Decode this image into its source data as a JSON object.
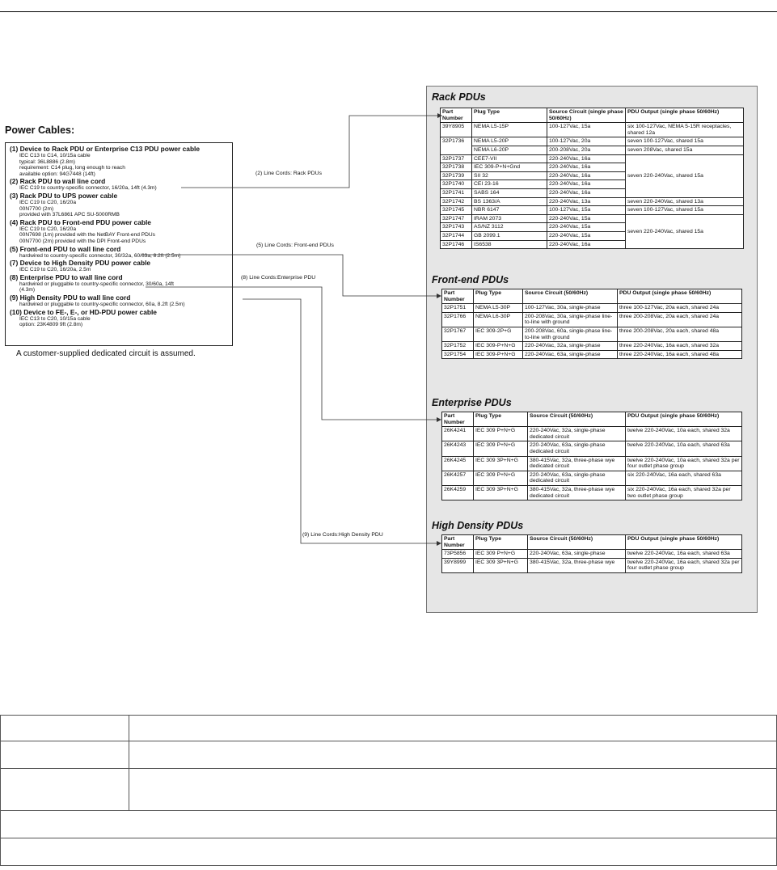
{
  "power_cables": {
    "title": "Power Cables:",
    "items": [
      {
        "heading": "(1) Device to Rack PDU or Enterprise C13 PDU power cable",
        "details": [
          "IEC C13 to C14, 10/15a cable",
          "typical: 36L8886 (2.8m)",
          "requirement: C14 plug, long enough to reach",
          "available option: 94G7448 (14ft)"
        ]
      },
      {
        "heading": "(2) Rack PDU to wall line cord",
        "details": [
          "IEC C19 to country-specific connector, 16/20a, 14ft (4.3m)"
        ]
      },
      {
        "heading": "(3) Rack PDU to UPS power cable",
        "details": [
          "IEC C19 to C20, 16/20a",
          "00N7700 (2m)",
          "provided with 37L6861 APC SU-5000RMB"
        ]
      },
      {
        "heading": "(4) Rack PDU to Front-end PDU power cable",
        "details": [
          "IEC C19 to C20, 16/20a",
          "00N7698 (1m) provided with the NetBAY Front-end PDUs",
          "00N7700 (2m) provided with the DPI Front-end PDUs"
        ]
      },
      {
        "heading": "(5) Front-end PDU to wall line cord",
        "details": [
          "hardwired to country-specific connector, 30/32a, 60/63a, 8.2ft (2.5m)"
        ]
      },
      {
        "heading": "(7) Device to High Density PDU power cable",
        "details": [
          "IEC C19 to C20, 16/20a, 2.5m"
        ]
      },
      {
        "heading": "(8) Enterprise PDU to wall line cord",
        "details": [
          "hardwired or pluggable to country-specific connector, 30/60a, 14ft",
          "(4.3m)"
        ]
      },
      {
        "heading": "(9) High Density PDU to wall line cord",
        "details": [
          "hardwired or pluggable to country-specific connector, 60a, 8.2ft (2.5m)"
        ]
      },
      {
        "heading": "(10) Device to FE-, E-, or HD-PDU power cable",
        "details": [
          "IEC C13 to C20, 10/15a cable",
          "option: 23K4809 9ft (2.8m)"
        ]
      }
    ],
    "assumption": "A customer-supplied dedicated circuit is assumed."
  },
  "connectors": {
    "rack": "(2) Line Cords: Rack PDUs",
    "frontend": "(5) Line Cords: Front-end PDUs",
    "enterprise": "(8) Line Cords:Enterprise PDU",
    "highdensity": "(9) Line Cords:High Density PDU"
  },
  "rack_pdus": {
    "title": "Rack PDUs",
    "headers": [
      "Part Number",
      "Plug Type",
      "Source Circuit (single phase 50/60Hz)",
      "PDU Output (single phase 50/60Hz)"
    ],
    "rows": [
      [
        "39Y8905",
        "NEMA L5-15P",
        "100-127Vac, 15a"
      ],
      [
        "32P1736",
        "NEMA L5-20P",
        "100-127Vac, 20a"
      ],
      [
        "",
        "NEMA L6-20P",
        "200-208Vac, 20a"
      ],
      [
        "32P1737",
        "CEE7-VII",
        "220-240Vac, 16a"
      ],
      [
        "32P1738",
        "IEC 309-P+N+Gnd",
        "220-240Vac, 16a"
      ],
      [
        "32P1739",
        "SII 32",
        "220-240Vac, 16a"
      ],
      [
        "32P1740",
        "CEI 23-16",
        "220-240Vac, 16a"
      ],
      [
        "32P1741",
        "SABS 164",
        "220-240Vac, 16a"
      ],
      [
        "32P1742",
        "BS 1363/A",
        "220-240Vac, 13a"
      ],
      [
        "32P1745",
        "NBR 6147",
        "100-127Vac, 15a"
      ],
      [
        "32P1747",
        "IRAM 2073",
        "220-240Vac, 15a"
      ],
      [
        "32P1743",
        "AS/NZ 3112",
        "220-240Vac, 15a"
      ],
      [
        "32P1744",
        "GB 2099.1",
        "220-240Vac, 15a"
      ],
      [
        "32P1746",
        "IS6538",
        "220-240Vac, 16a"
      ]
    ],
    "outputs": [
      "six 100-127Vac, NEMA 5-15R receptacles, shared 12a",
      "seven 100-127Vac, shared 15a",
      "seven 208Vac, shared 15a",
      "seven 220-240Vac, shared 15a",
      "seven 220-240Vac, shared 13a",
      "seven 100-127Vac, shared 15a",
      "seven 220-240Vac, shared 15a"
    ]
  },
  "frontend_pdus": {
    "title": "Front-end PDUs",
    "headers": [
      "Part Number",
      "Plug Type",
      "Source Circuit (50/60Hz)",
      "PDU Output (single phase 50/60Hz)"
    ],
    "rows": [
      [
        "32P1751",
        "NEMA L5-30P",
        "100-127Vac, 30a, single-phase",
        "three 100-127Vac, 20a each, shared 24a"
      ],
      [
        "32P1766",
        "NEMA L6-30P",
        "200-208Vac, 30a, single-phase line-to-line with ground",
        "three 200-208Vac, 20a each, shared 24a"
      ],
      [
        "32P1767",
        "IEC 309-2P+G",
        "200-208Vac, 60a, single-phase line-to-line with ground",
        "three 200-208Vac, 20a each, shared 48a"
      ],
      [
        "32P1752",
        "IEC 309-P+N+G",
        "220-240Vac, 32a, single-phase",
        "three 220-240Vac, 16a each, shared 32a"
      ],
      [
        "32P1754",
        "IEC 309-P+N+G",
        "220-240Vac, 63a, single-phase",
        "three 220-240Vac, 16a each, shared 48a"
      ]
    ]
  },
  "enterprise_pdus": {
    "title": "Enterprise PDUs",
    "headers": [
      "Part Number",
      "Plug Type",
      "Source Circuit (50/60Hz)",
      "PDU Output (single phase 50/60Hz)"
    ],
    "rows": [
      [
        "26K4241",
        "IEC 309 P+N+G",
        "220-240Vac, 32a, single-phase dedicated circuit",
        "twelve 220-240Vac, 10a each, shared 32a"
      ],
      [
        "26K4243",
        "IEC 309 P+N+G",
        "220-240Vac, 63a, single-phase dedicated circuit",
        "twelve 220-240Vac, 10a each, shared 63a"
      ],
      [
        "26K4245",
        "IEC 309 3P+N+G",
        "380-415Vac, 32a, three-phase wye dedicated circuit",
        "twelve 220-240Vac, 10a each, shared 32a per four outlet phase group"
      ],
      [
        "26K4257",
        "IEC 309 P+N+G",
        "220-240Vac, 63a, single-phase dedicated circuit",
        "six 220-240Vac, 16a each, shared 63a"
      ],
      [
        "26K4259",
        "IEC 309 3P+N+G",
        "380-415Vac, 32a, three-phase wye dedicated circuit",
        "six 220-240Vac, 16a each, shared 32a per two outlet phase group"
      ]
    ]
  },
  "highdensity_pdus": {
    "title": "High Density PDUs",
    "headers": [
      "Part Number",
      "Plug Type",
      "Source Circuit (50/60Hz)",
      "PDU Output (single phase 50/60Hz)"
    ],
    "rows": [
      [
        "73P5856",
        "IEC 309 P+N+G",
        "220-240Vac, 63a, single-phase",
        "twelve 220-240Vac, 16a each, shared 63a"
      ],
      [
        "39Y8999",
        "IEC 309 3P+N+G",
        "380-415Vac, 32a, three-phase wye",
        "twelve 220-240Vac, 16a each, shared 32a per four outlet phase group"
      ]
    ]
  }
}
